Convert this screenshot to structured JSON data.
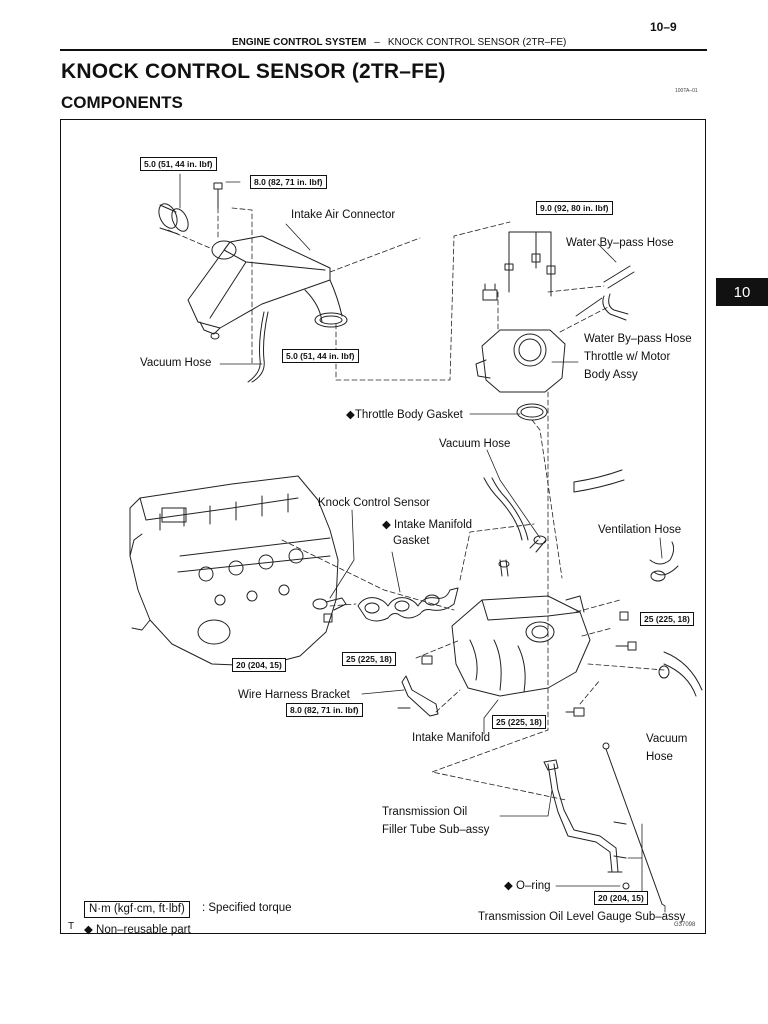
{
  "header": {
    "page_number": "10–9",
    "system": "ENGINE CONTROL SYSTEM",
    "separator": "–",
    "section": "KNOCK CONTROL SENSOR (2TR–FE)"
  },
  "title": "KNOCK CONTROL SENSOR (2TR–FE)",
  "subtitle": "COMPONENTS",
  "doc_code": "100TA–01",
  "section_tab": "10",
  "figure_code": "G37098",
  "labels": {
    "intake_air_connector": "Intake Air Connector",
    "water_bypass_hose_1": "Water By–pass Hose",
    "water_bypass_hose_2": "Water By–pass Hose",
    "throttle_motor_1": "Throttle w/ Motor",
    "throttle_motor_2": "Body Assy",
    "vacuum_hose_1": "Vacuum Hose",
    "throttle_body_gasket": "◆Throttle Body Gasket",
    "vacuum_hose_2": "Vacuum Hose",
    "knock_control_sensor": "Knock Control Sensor",
    "intake_manifold_gasket_1": "◆ Intake Manifold",
    "intake_manifold_gasket_2": "Gasket",
    "ventilation_hose": "Ventilation Hose",
    "wire_harness_bracket": "Wire Harness Bracket",
    "intake_manifold": "Intake Manifold",
    "vacuum_hose_3a": "Vacuum",
    "vacuum_hose_3b": "Hose",
    "trans_oil_filler_1": "Transmission Oil",
    "trans_oil_filler_2": "Filler Tube Sub–assy",
    "o_ring": "◆ O–ring",
    "trans_oil_gauge": "Transmission Oil Level Gauge Sub–assy"
  },
  "torques": {
    "t1": "5.0 (51, 44 in. lbf)",
    "t2": "8.0 (82, 71 in. lbf)",
    "t3": "9.0 (92, 80 in. lbf)",
    "t4": "5.0 (51, 44 in. lbf)",
    "t5": "25 (225, 18)",
    "t6": "20 (204, 15)",
    "t7": "25 (225, 18)",
    "t8": "8.0 (82, 71 in. lbf)",
    "t9": "25 (225, 18)",
    "t10": "20 (204, 15)"
  },
  "legend": {
    "unit": "N·m (kgf·cm, ft·lbf)",
    "unit_desc": ": Specified torque",
    "marker": "T",
    "non_reusable": "◆ Non–reusable part"
  }
}
